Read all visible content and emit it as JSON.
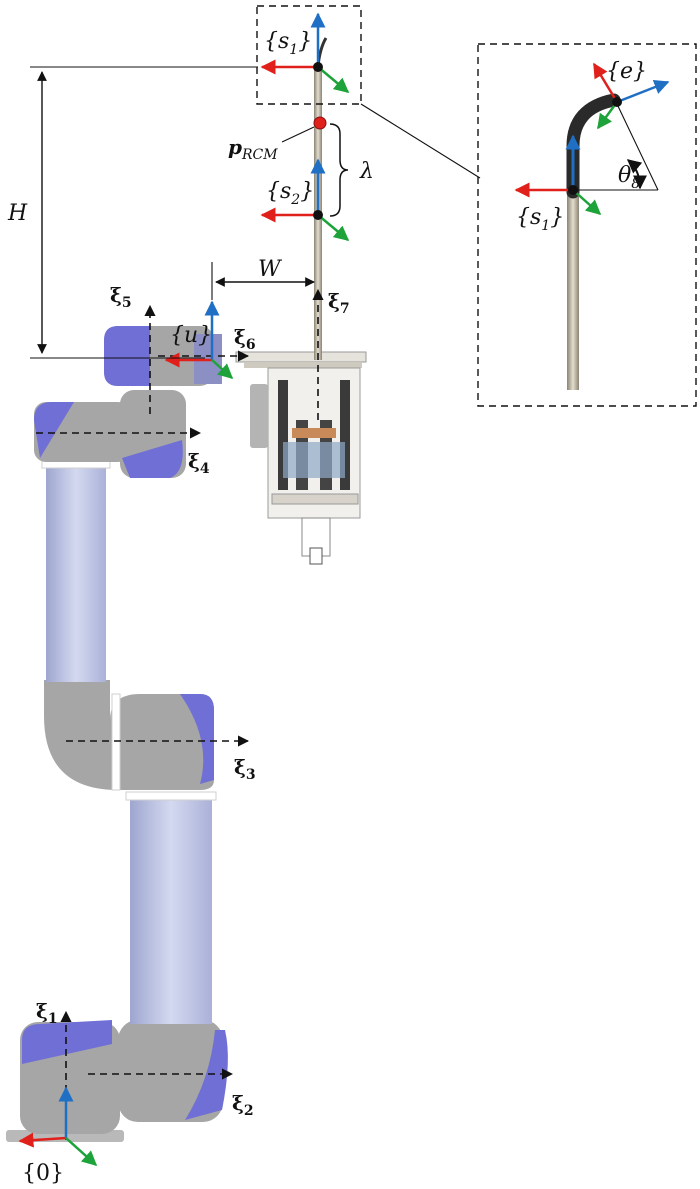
{
  "frames": {
    "s1": {
      "open": "{",
      "main": "s",
      "sub": "1",
      "close": "}"
    },
    "s2": {
      "open": "{",
      "main": "s",
      "sub": "2",
      "close": "}"
    },
    "u": "{u}",
    "e": "{e}",
    "zero": "{0}",
    "s1_inset": {
      "open": "{",
      "main": "s",
      "sub": "1",
      "close": "}"
    }
  },
  "dimensions": {
    "H": "H",
    "W": "W",
    "lambda": "λ",
    "theta": {
      "main": "θ",
      "sub": "8"
    }
  },
  "rcm": {
    "main": "p",
    "sub": "RCM"
  },
  "joints": [
    {
      "main": "ξ",
      "sub": "1"
    },
    {
      "main": "ξ",
      "sub": "2"
    },
    {
      "main": "ξ",
      "sub": "3"
    },
    {
      "main": "ξ",
      "sub": "4"
    },
    {
      "main": "ξ",
      "sub": "5"
    },
    {
      "main": "ξ",
      "sub": "6"
    },
    {
      "main": "ξ",
      "sub": "7"
    }
  ],
  "colors": {
    "x_axis": "#e0201b",
    "y_axis": "#1ea33a",
    "z_axis": "#1f6fc4",
    "rcm_point": "#e0201b",
    "link_gray": "#a6a6a6",
    "link_blue": "#bcc3e3",
    "cap_purple": "#6f6fd6"
  }
}
